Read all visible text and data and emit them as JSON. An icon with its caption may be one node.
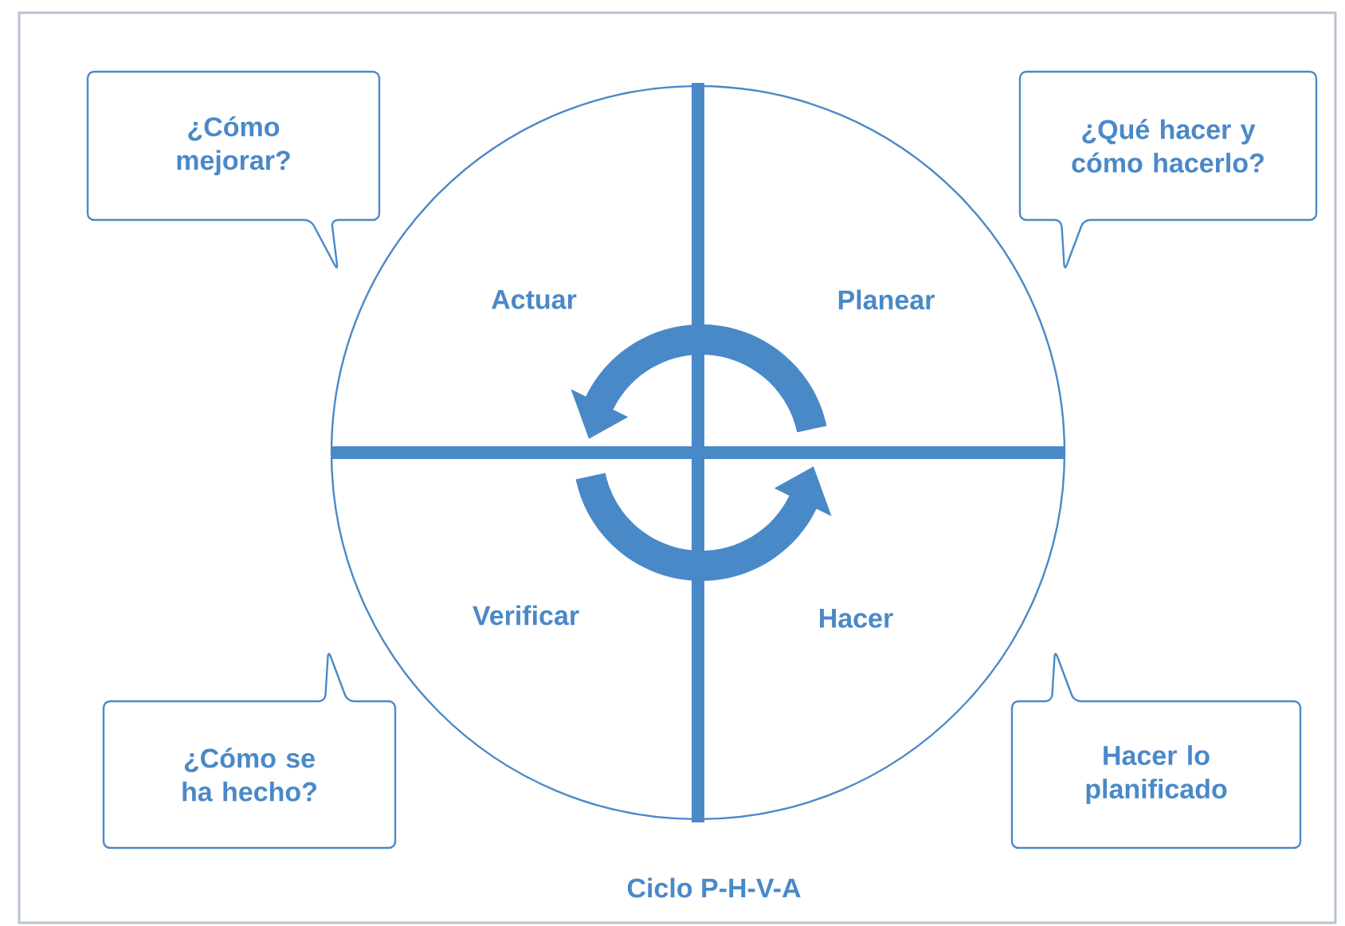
{
  "diagram": {
    "caption": "Ciclo P-H-V-A",
    "nodes": [
      {
        "text": [
          "Actuar",
          "Planear",
          "Verificar",
          "Hacer"
        ]
      },
      {
        "text": [
          "¿Cómo mejorar?"
        ]
      },
      {
        "text": [
          "¿Qué hacer y cómo hacerlo?"
        ]
      },
      {
        "text": [
          "¿Cómo se ha hecho?"
        ]
      },
      {
        "text": [
          "Hacer lo planificado"
        ]
      }
    ]
  }
}
